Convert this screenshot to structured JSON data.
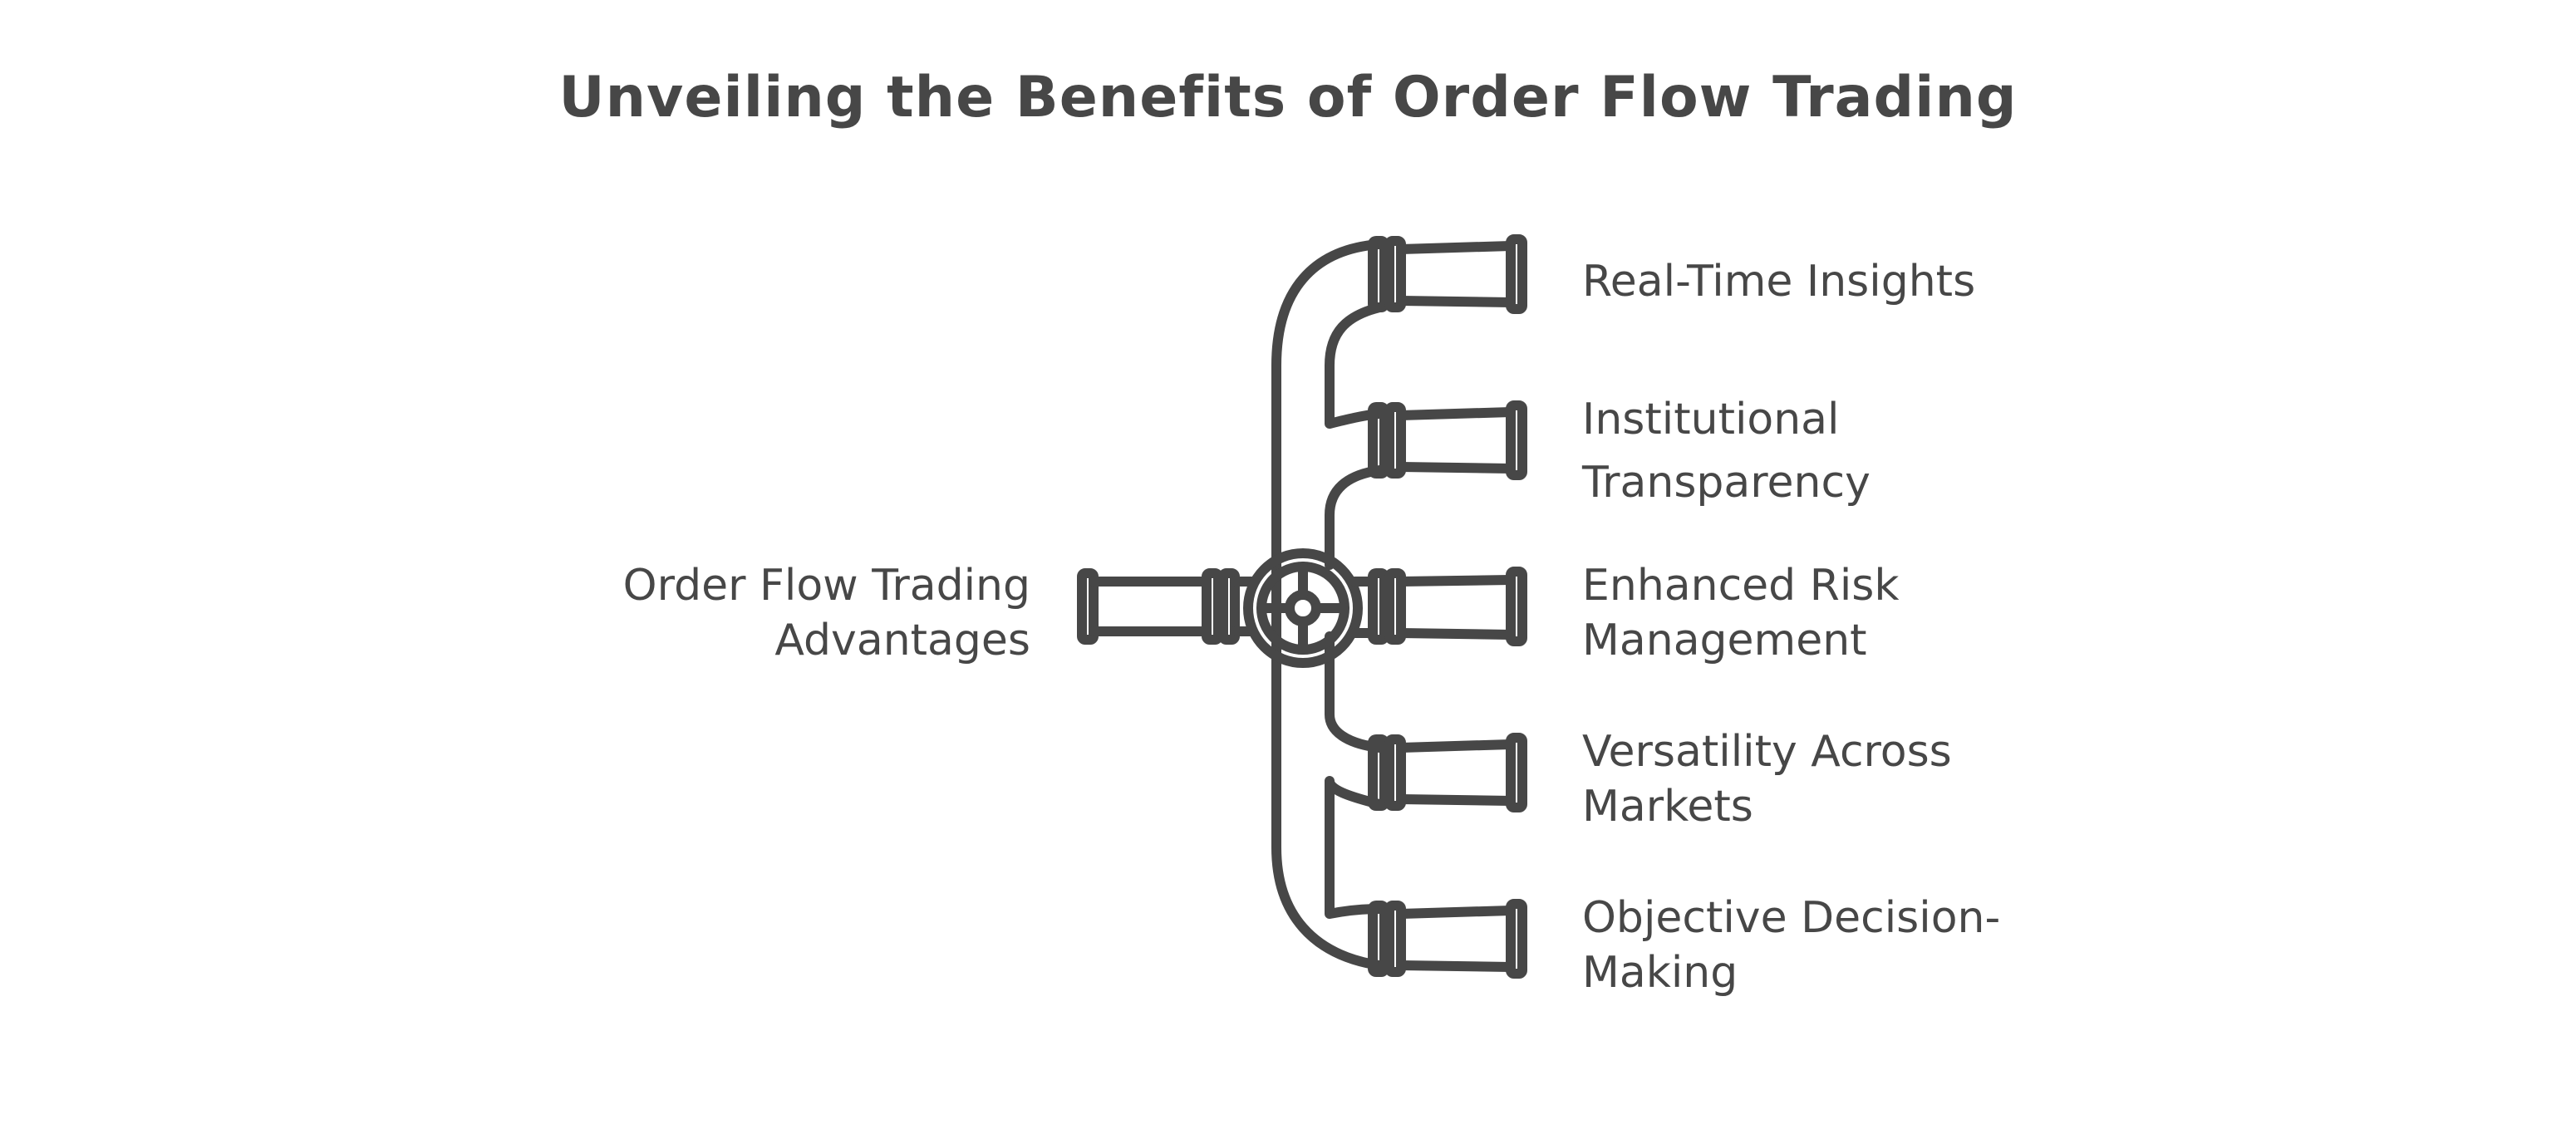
{
  "title": "Unveiling the Benefits of Order Flow Trading",
  "source": {
    "line1": "Order Flow Trading",
    "line2": "Advantages"
  },
  "branches": [
    {
      "line1": "Real-Time Insights",
      "line2": ""
    },
    {
      "line1": "Institutional",
      "line2": "Transparency"
    },
    {
      "line1": "Enhanced Risk",
      "line2": "Management"
    },
    {
      "line1": "Versatility Across",
      "line2": "Markets"
    },
    {
      "line1": "Objective Decision-",
      "line2": "Making"
    }
  ],
  "colors": {
    "stroke": "#474747",
    "background": "#ffffff"
  },
  "icons": {
    "valve": "valve-wheel-icon"
  }
}
